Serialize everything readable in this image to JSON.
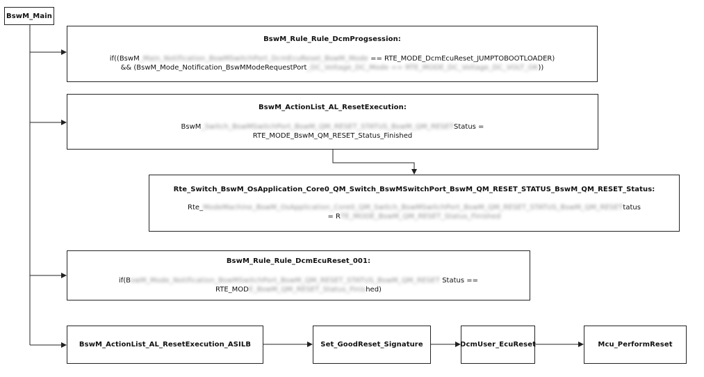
{
  "nodes": {
    "main": {
      "title": "BswM_Main"
    },
    "rule_progsession": {
      "title": "BswM_Rule_Rule_DcmProgsession:",
      "line1_pre": "if((BswM",
      "line1_blur": "_Main_Notification_BswMSwitchPort_DcmEcuReset_BswM_Mode",
      "line1_post": "== RTE_MODE_DcmEcuReset_JUMPTOBOOTLOADER)",
      "line2_pre": "&& (BswM_Mode_Notification_BswMModeRequestPort",
      "line2_blur": "_DC_Voltage_DC_Mode == RTE_MODE_DC_Voltage_DC_VOLT_OK",
      "line2_post": "))"
    },
    "action_reset": {
      "title": "BswM_ActionList_AL_ResetExecution:",
      "line1_pre": "BswM",
      "line1_blur": "_Switch_BswMSwitchPort_BswM_QM_RESET_STATUS_BswM_QM_RESET",
      "line1_post": "Status =",
      "line2": "RTE_MODE_BswM_QM_RESET_Status_Finished"
    },
    "rte_switch": {
      "title": "Rte_Switch_BswM_OsApplication_Core0_QM_Switch_BswMSwitchPort_BswM_QM_RESET_STATUS_BswM_QM_RESET_Status:",
      "line1_pre": "Rte_",
      "line1_blur": "ModeMachine_BswM_OsApplication_Core0_QM_Switch_BswMSwitchPort_BswM_QM_RESET_STATUS_BswM_QM_RESET",
      "line1_post": "tatus",
      "line2_pre": "= R",
      "line2_blur": "TE_MODE_BswM_QM_RESET_Status_Finished"
    },
    "rule_ecureset": {
      "title": "BswM_Rule_Rule_DcmEcuReset_001:",
      "line1_pre": "if(B",
      "line1_blur": "swM_Mode_Notification_BswMSwitchPort_BswM_QM_RESET_STATUS_BswM_QM_RESET",
      "line1_post": "Status ==",
      "line2_pre": "RTE_MOD",
      "line2_blur": "E_BswM_QM_RESET_Status_Finis",
      "line2_post": "hed)"
    },
    "action_asilb": {
      "title": "BswM_ActionList_AL_ResetExecution_ASILB"
    },
    "good_reset": {
      "title": "Set_GoodReset_Signature"
    },
    "ecu_reset": {
      "title": "DcmUser_EcuReset"
    },
    "mcu_reset": {
      "title": "Mcu_PerformReset"
    }
  },
  "style": {
    "line_color": "#222222",
    "border_color": "#222222",
    "text_color": "#111111",
    "blurred_text_color": "#8a8a8a"
  }
}
